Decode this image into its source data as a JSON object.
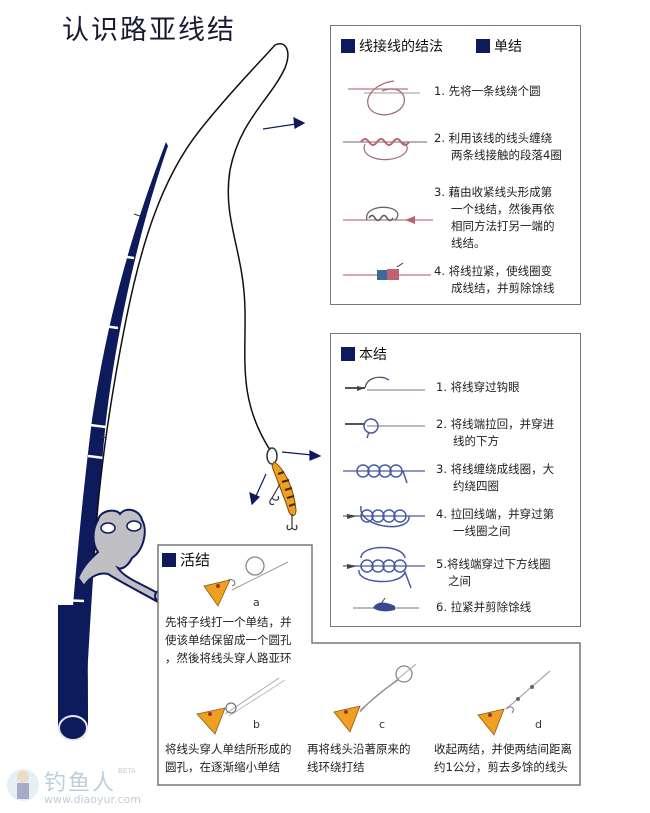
{
  "title": "认识路亚线结",
  "colors": {
    "accent_navy": "#0d1a5c",
    "panel_border": "#777777",
    "lure_orange": "#f0a020",
    "knot_pink": "#c06070",
    "knot_blue": "#4a5aa0"
  },
  "panels": {
    "line_to_line": {
      "header": "线接线的结法",
      "subheader": "单结",
      "steps": [
        {
          "num": "1.",
          "text": "先将一条线绕个圆"
        },
        {
          "num": "2.",
          "text": "利用该线的线头缠绕",
          "text2": "两条线接触的段落4圈"
        },
        {
          "num": "3.",
          "text": "藉由收紧线头形成第",
          "text2": "一个线结，然後再依",
          "text3": "相同方法打另一端的",
          "text4": "线结。"
        },
        {
          "num": "4.",
          "text": "将线拉紧，使线圈变",
          "text2": "成线结，并剪除馀线"
        }
      ]
    },
    "clinch_knot": {
      "header": "本结",
      "steps": [
        {
          "num": "1.",
          "text": "将线穿过钩眼"
        },
        {
          "num": "2.",
          "text": "将线端拉回，并穿进",
          "text2": "线的下方"
        },
        {
          "num": "3.",
          "text": "将线缠绕成线圈，大",
          "text2": "约绕四圈"
        },
        {
          "num": "4.",
          "text": "拉回线端，并穿过第",
          "text2": "一线圈之间"
        },
        {
          "num": "5.",
          "text": "将线端穿过下方线圈",
          "text2": "之间"
        },
        {
          "num": "6.",
          "text": "拉紧并剪除馀线"
        }
      ]
    },
    "slip_knot": {
      "header": "活结",
      "steps": [
        {
          "label": "a",
          "text": "先将子线打一个单结，并",
          "text2": "使该单结保留成一个圆孔",
          "text3": "，然後将线头穿人路亚环"
        },
        {
          "label": "b",
          "text": "将线头穿人单结所形成的",
          "text2": "圆孔，在逐渐缩小单结"
        },
        {
          "label": "c",
          "text": "再将线头沿著原来的",
          "text2": "线环绕打结"
        },
        {
          "label": "d",
          "text": "收起两结，并使两结间距离",
          "text2": "约1公分，剪去多馀的线头"
        }
      ]
    }
  },
  "watermark": {
    "name": "钓鱼人",
    "badge": "BETA",
    "url": "www.diaoyur.com"
  },
  "icons": {
    "rod": "fishing-rod-icon",
    "reel": "reel-icon",
    "lure": "lure-icon",
    "arrow": "arrow-icon"
  }
}
